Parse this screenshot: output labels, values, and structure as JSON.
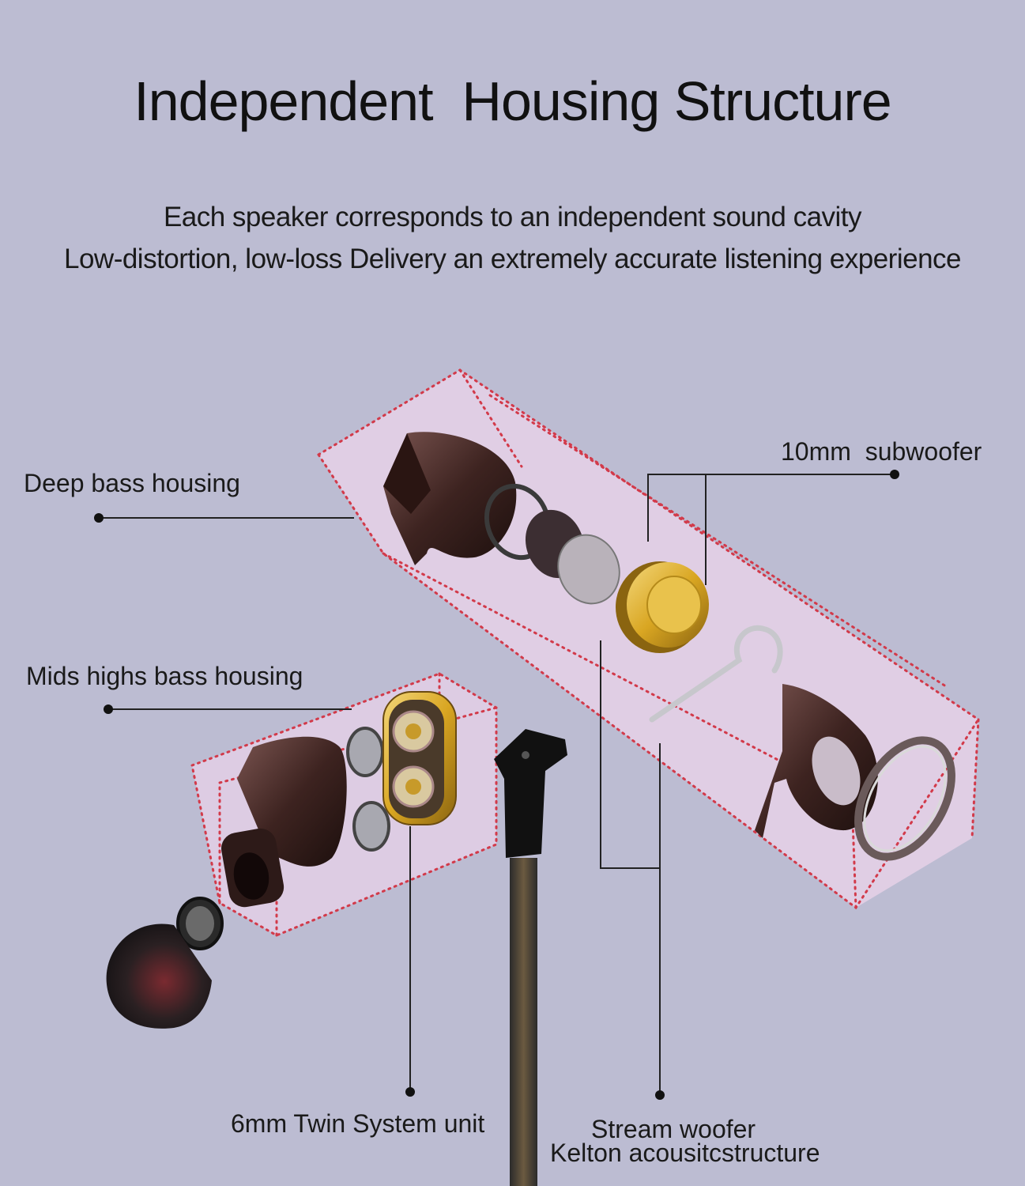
{
  "header": {
    "title": "Independent  Housing Structure",
    "subtitle_line1": "Each speaker corresponds to an independent sound cavity",
    "subtitle_line2": "Low-distortion, low-loss Delivery an extremely accurate listening experience"
  },
  "callouts": {
    "deep_bass": "Deep bass housing",
    "subwoofer": "10mm  subwoofer",
    "mids_highs": "Mids highs bass housing",
    "twin_unit": "6mm Twin System unit",
    "stream_woofer_line1": "Stream woofer",
    "stream_woofer_line2": "Kelton acousitcstructure"
  },
  "colors": {
    "background": "#bcbcd2",
    "box_fill": "#e6cfe6",
    "box_outline": "#d23a4a",
    "gold": "#d4a21e",
    "housing_brown": "#4a2a24"
  }
}
